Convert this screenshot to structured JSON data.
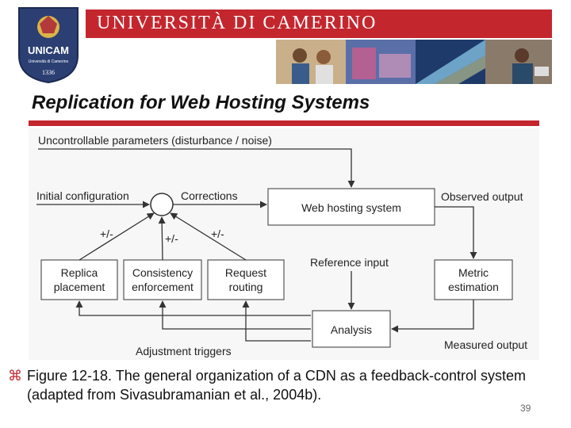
{
  "header": {
    "logo_name": "UNICAM",
    "logo_subtitle": "Università di Camerino",
    "logo_year": "1336",
    "banner_text": "UNIVERSITÀ DI CAMERINO"
  },
  "slide": {
    "title": "Replication for Web Hosting Systems",
    "caption": "Figure 12-18. The general organization of a CDN as a feedback-control system (adapted from Sivasubramanian et al., 2004b).",
    "page_number": "39",
    "bullet_icon": "command-key-icon"
  },
  "diagram": {
    "labels": {
      "uncontrollable": "Uncontrollable parameters (disturbance / noise)",
      "initial_config": "Initial configuration",
      "corrections": "Corrections",
      "observed_output": "Observed output",
      "reference_input": "Reference input",
      "measured_output": "Measured output",
      "adjustment_triggers": "Adjustment triggers",
      "pm_left": "+/-",
      "pm_center": "+/-",
      "pm_right": "+/-"
    },
    "boxes": {
      "web_hosting": "Web hosting system",
      "replica_1": "Replica",
      "replica_2": "placement",
      "consistency_1": "Consistency",
      "consistency_2": "enforcement",
      "request_1": "Request",
      "request_2": "routing",
      "metric_1": "Metric",
      "metric_2": "estimation",
      "analysis": "Analysis"
    }
  }
}
